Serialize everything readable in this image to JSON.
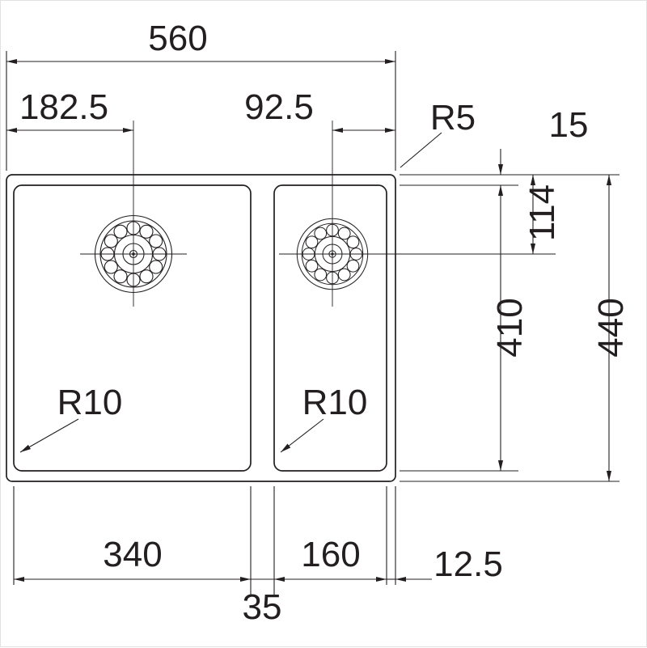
{
  "page": {
    "background": "#ffffff",
    "border_color": "#e2e2e2"
  },
  "drawing": {
    "type": "technical dimension drawing",
    "subject": "double-bowl kitchen sink, top view with drains",
    "line_color": "#231f20",
    "labels": {
      "overall_width": "560",
      "left_drain_from_left_edge": "182.5",
      "right_drain_from_right_edge": "92.5",
      "outer_corner_radius": "R5",
      "top_rim_width": "15",
      "drain_center_from_top_edge": "114",
      "bowl_inner_length": "410",
      "overall_depth": "440",
      "left_bowl_corner_radius": "R10",
      "right_bowl_corner_radius": "R10",
      "left_bowl_inner_width": "340",
      "right_bowl_inner_width": "160",
      "center_divider_width": "35",
      "side_rim_width": "12.5"
    }
  }
}
